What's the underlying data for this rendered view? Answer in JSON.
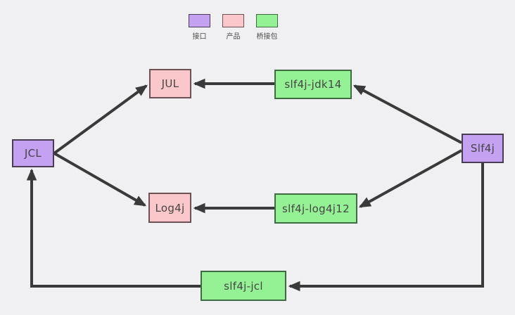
{
  "colors": {
    "background": "#f0eff1",
    "interface-fill": "#c5a1f2",
    "product-fill": "#fac8cb",
    "bridge-fill": "#94f295",
    "arrow": "#3a3a3a",
    "text": "#454545"
  },
  "legend": {
    "items": [
      {
        "label": "接口",
        "type": "interface"
      },
      {
        "label": "产品",
        "type": "product"
      },
      {
        "label": "桥接包",
        "type": "bridge"
      }
    ]
  },
  "diagram": {
    "nodes": [
      {
        "id": "jcl",
        "label": "JCL",
        "type": "interface"
      },
      {
        "id": "jul",
        "label": "JUL",
        "type": "product"
      },
      {
        "id": "slf4j-jdk14",
        "label": "slf4j-jdk14",
        "type": "bridge"
      },
      {
        "id": "log4j",
        "label": "Log4j",
        "type": "product"
      },
      {
        "id": "slf4j-log4j12",
        "label": "slf4j-log4j12",
        "type": "bridge"
      },
      {
        "id": "slf4j",
        "label": "Slf4j",
        "type": "interface"
      },
      {
        "id": "slf4j-jcl",
        "label": "slf4j-jcl",
        "type": "bridge"
      }
    ],
    "edges": [
      {
        "from": "jcl",
        "to": "jul"
      },
      {
        "from": "jcl",
        "to": "log4j"
      },
      {
        "from": "slf4j-jdk14",
        "to": "jul"
      },
      {
        "from": "slf4j-log4j12",
        "to": "log4j"
      },
      {
        "from": "slf4j",
        "to": "slf4j-jdk14"
      },
      {
        "from": "slf4j",
        "to": "slf4j-log4j12"
      },
      {
        "from": "slf4j",
        "to": "slf4j-jcl"
      },
      {
        "from": "slf4j-jcl",
        "to": "jcl"
      }
    ]
  }
}
